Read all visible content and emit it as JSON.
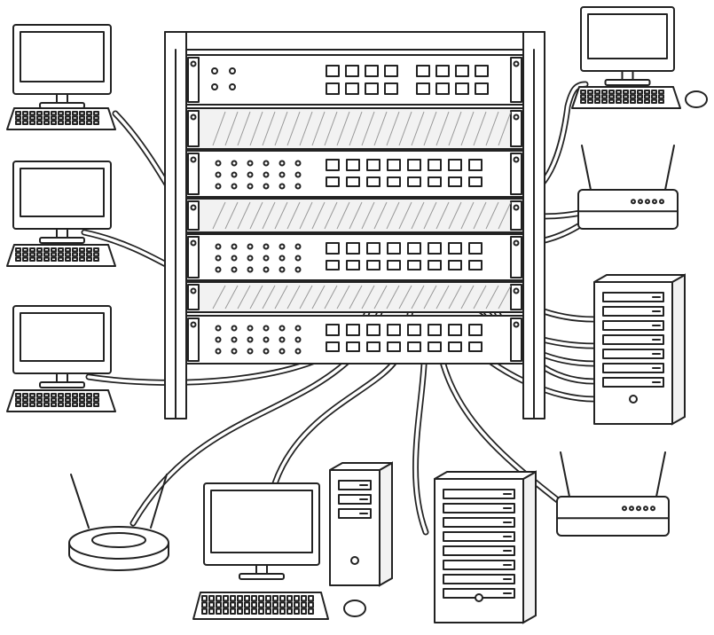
{
  "colors": {
    "line": "#222222",
    "background": "#ffffff",
    "shade": "#f2f2f2"
  },
  "rack": {
    "units": [
      "patch-panel",
      "blank-panel",
      "switch",
      "blank-panel",
      "switch",
      "blank-panel",
      "switch"
    ]
  },
  "devices": [
    "workstation-left-1",
    "workstation-left-2",
    "workstation-left-3",
    "workstation-top-right",
    "router-right",
    "tower-server-right",
    "wireless-access-point",
    "workstation-bottom",
    "pc-tower",
    "tower-server-bottom",
    "router-bottom"
  ]
}
